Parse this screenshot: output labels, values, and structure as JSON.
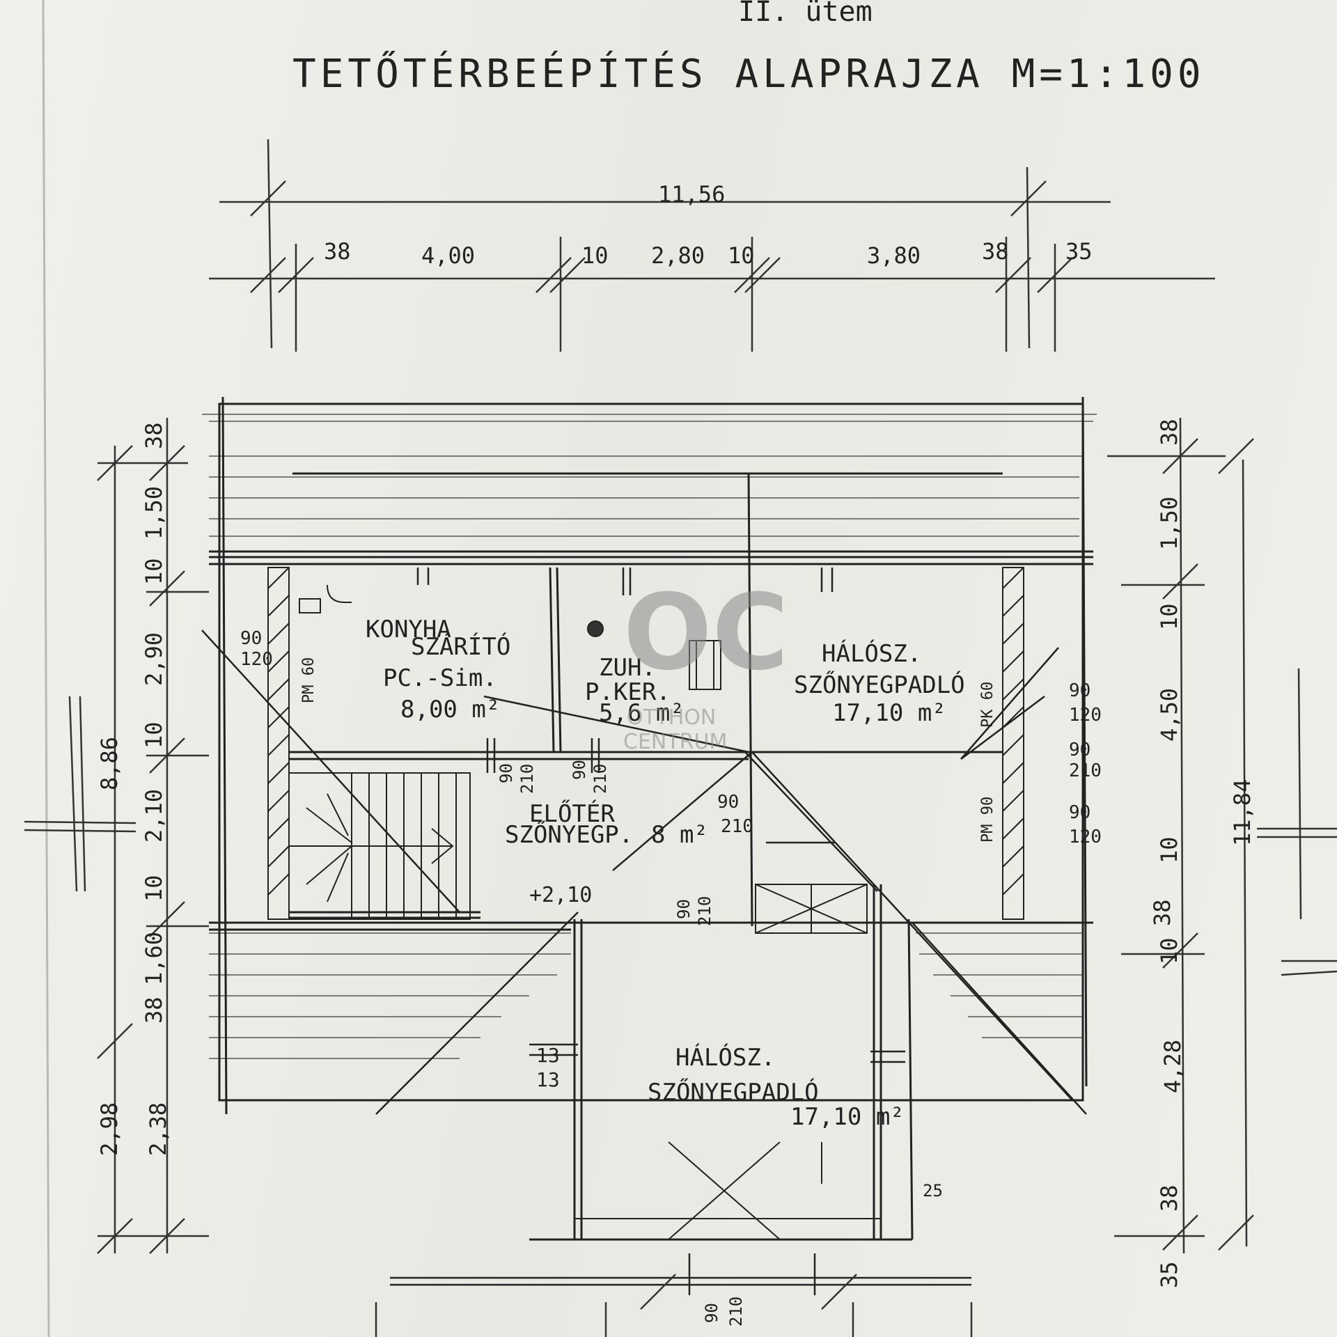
{
  "drawing": {
    "title": "TETŐTÉRBEÉPÍTÉS ALAPRAJZA M=1:100",
    "header_scribble": "II. ütem",
    "watermark": {
      "logo": "OC",
      "line1": "OTTHON",
      "line2": "CENTRUM"
    },
    "rooms": [
      {
        "name": "KONYHA",
        "line2": "SZÁRÍTÓ",
        "line3": "PC.-Sim.",
        "area": "8,00 m²"
      },
      {
        "name": "ZUH.",
        "line2": "P.KER.",
        "area": "5,6 m²"
      },
      {
        "name": "HÁLÓSZ.",
        "floor": "SZŐNYEGPADLÓ",
        "area": "17,10 m²"
      },
      {
        "name": "ELŐTÉR",
        "floor": "SZŐNYEGP.",
        "area": "8 m²"
      },
      {
        "name": "HÁLÓSZ.",
        "floor": "SZŐNYEGPADLÓ",
        "area": "17,10 m²"
      }
    ],
    "dims_top": {
      "total": "11,56",
      "segments": [
        "38",
        "4,00",
        "10",
        "2,80",
        "10",
        "3,80",
        "38",
        "35"
      ]
    },
    "dims_left": {
      "total": "8,86",
      "outer": "2,98",
      "segments": [
        "38",
        "1,50",
        "10",
        "2,90",
        "10",
        "2,10",
        "10",
        "1,60",
        "38",
        "2,38"
      ]
    },
    "dims_right": {
      "total": "11,84",
      "segments": [
        "38",
        "1,50",
        "10",
        "4,50",
        "10",
        "38",
        "10",
        "4,28",
        "38",
        "35"
      ]
    },
    "openings": [
      "90",
      "120",
      "90",
      "210",
      "90",
      "120",
      "90",
      "210",
      "90",
      "210",
      "90",
      "210",
      "13",
      "13",
      "90",
      "210",
      "90",
      "210",
      "90",
      "120",
      "+2,10",
      "PM 60",
      "PM 90",
      "PK 60",
      "25"
    ]
  }
}
